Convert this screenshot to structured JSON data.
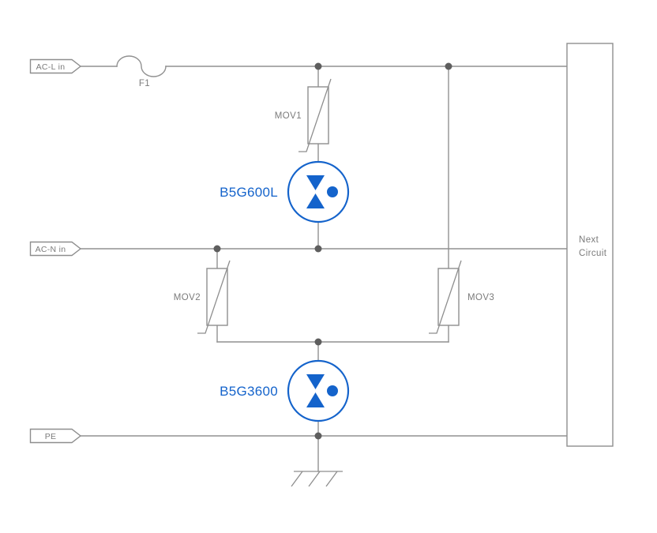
{
  "diagram": {
    "kind": "surge-protection-circuit-schematic",
    "labels": {
      "terminal_l": "AC-L in",
      "terminal_n": "AC-N in",
      "terminal_pe": "PE",
      "fuse": "F1",
      "mov1": "MOV1",
      "mov2": "MOV2",
      "mov3": "MOV3",
      "gdt_top": "B5G600L",
      "gdt_bottom": "B5G3600",
      "next_circuit": [
        "Next",
        "Circuit"
      ]
    },
    "components": [
      {
        "ref": "F1",
        "type": "fuse"
      },
      {
        "ref": "MOV1",
        "type": "varistor"
      },
      {
        "ref": "MOV2",
        "type": "varistor"
      },
      {
        "ref": "MOV3",
        "type": "varistor"
      },
      {
        "ref": "B5G600L",
        "type": "gas-discharge-tube"
      },
      {
        "ref": "B5G3600",
        "type": "gas-discharge-tube"
      }
    ],
    "colors": {
      "wire": "#919191",
      "label_text": "#7b7b7b",
      "accent_blue": "#1463cb",
      "junction_dot": "#5e5e5e",
      "background": "#ffffff"
    }
  }
}
